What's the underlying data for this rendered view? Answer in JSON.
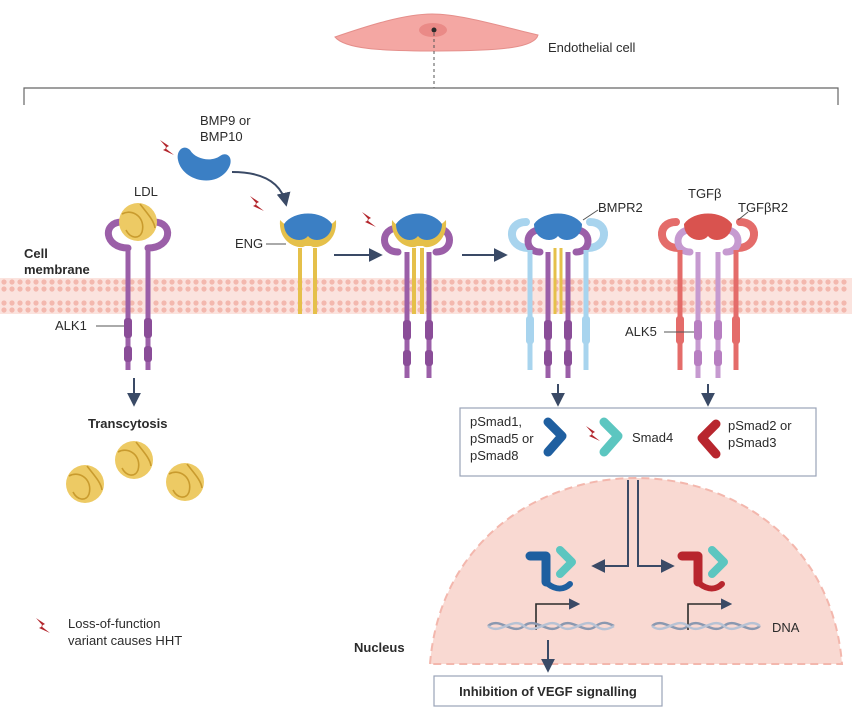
{
  "header": {
    "cell_label": "Endothelial cell"
  },
  "membrane": {
    "label_line1": "Cell",
    "label_line2": "membrane"
  },
  "ligands": {
    "ldl": "LDL",
    "bmp_line1": "BMP9 or",
    "bmp_line2": "BMP10",
    "eng": "ENG",
    "bmpr2": "BMPR2",
    "tgfb": "TGFβ",
    "tgfbr2": "TGFβR2"
  },
  "receptors": {
    "alk1": "ALK1",
    "alk5": "ALK5"
  },
  "transcytosis": "Transcytosis",
  "smads": {
    "group1_line1": "pSmad1,",
    "group1_line2": "pSmad5 or",
    "group1_line3": "pSmad8",
    "smad4": "Smad4",
    "group2_line1": "pSmad2 or",
    "group2_line2": "pSmad3"
  },
  "nucleus": {
    "label": "Nucleus",
    "dna": "DNA"
  },
  "outcome": "Inhibition of VEGF signalling",
  "legend": {
    "line1": "Loss-of-function",
    "line2": "variant causes HHT"
  },
  "colors": {
    "bmp_blue": "#3b7fc4",
    "alk1_purple": "#9b5fa8",
    "eng_yellow": "#e5c04a",
    "bmpr2_lightblue": "#a8d4ee",
    "tgfb_red": "#d9534f",
    "smad4_teal": "#5cc6c0",
    "smad23_red": "#b8262e",
    "nucleus_pink": "#f9d9d2",
    "membrane_pink": "#f6c8c0",
    "lightning_red": "#b3262c"
  }
}
